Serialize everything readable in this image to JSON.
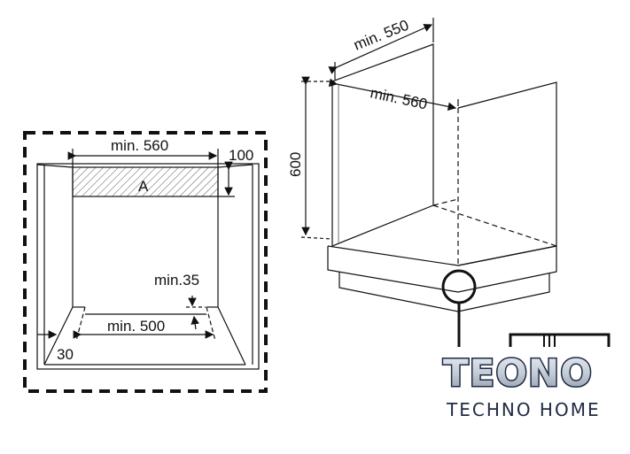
{
  "left_view": {
    "width_label": "min. 560",
    "height_label": "100",
    "area_label": "A",
    "gap_label": "min.35",
    "bottom_width_label": "min. 500",
    "side_label": "30"
  },
  "right_view": {
    "depth_label": "min. 550",
    "width_label": "min. 560",
    "height_label": "600"
  },
  "logo": {
    "brand": "TEONO",
    "tagline": "TECHNO HOME",
    "colors": {
      "blue": "#3aa3e0",
      "gray": "#b9c2cc",
      "navy": "#1e2a44"
    }
  }
}
